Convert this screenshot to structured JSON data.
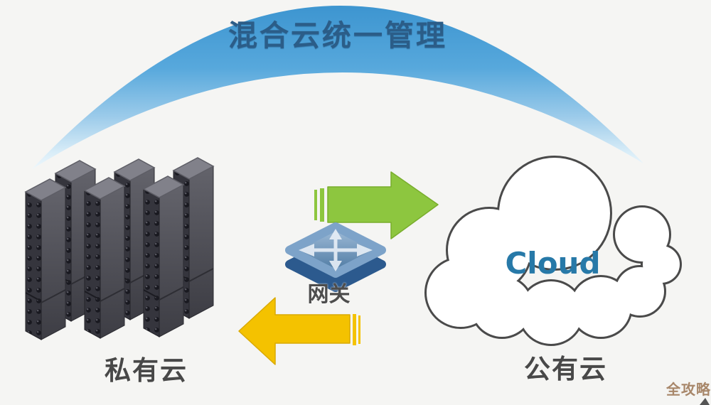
{
  "diagram": {
    "title": "混合云统一管理",
    "private_cloud": {
      "label": "私有云"
    },
    "public_cloud": {
      "label": "公有云",
      "cloud_text": "Cloud"
    },
    "gateway": {
      "label": "网关"
    },
    "flows": {
      "private_to_public": {
        "direction": "right",
        "color": "#8dc63f"
      },
      "public_to_private": {
        "direction": "left",
        "color": "#f4c200"
      }
    },
    "colors": {
      "arc_blue": "#459ed6",
      "title_text": "#2b5d88",
      "cloud_text": "#2779a8",
      "label_text": "#484848",
      "gateway_blue": "#36679c",
      "watermark": "#a8876a"
    },
    "watermark": "全攻略"
  }
}
